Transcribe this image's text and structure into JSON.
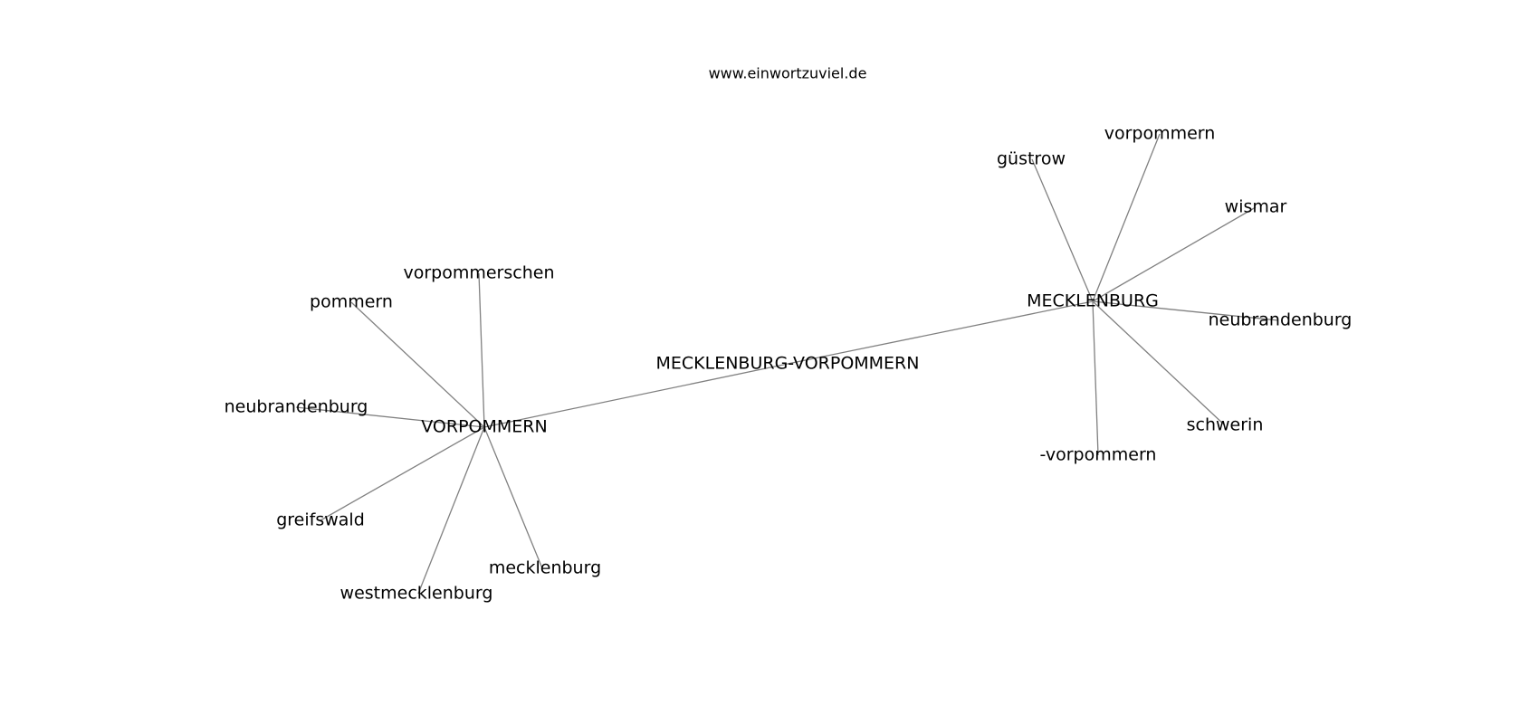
{
  "caption": "www.einwortzuviel.de",
  "graph": {
    "nodes": [
      {
        "id": "center",
        "label": "MECKLENBURG-VORPOMMERN"
      },
      {
        "id": "vorpommern_hub",
        "label": "VORPOMMERN"
      },
      {
        "id": "mecklenburg_hub",
        "label": "MECKLENBURG"
      },
      {
        "id": "v_vorpommerschen",
        "label": "vorpommerschen"
      },
      {
        "id": "v_pommern",
        "label": "pommern"
      },
      {
        "id": "v_neubrandenburg",
        "label": "neubrandenburg"
      },
      {
        "id": "v_greifswald",
        "label": "greifswald"
      },
      {
        "id": "v_westmecklenburg",
        "label": "westmecklenburg"
      },
      {
        "id": "v_mecklenburg",
        "label": "mecklenburg"
      },
      {
        "id": "m_guestrow",
        "label": "güstrow"
      },
      {
        "id": "m_vorpommern",
        "label": "vorpommern"
      },
      {
        "id": "m_wismar",
        "label": "wismar"
      },
      {
        "id": "m_neubrandenburg",
        "label": "neubrandenburg"
      },
      {
        "id": "m_schwerin",
        "label": "schwerin"
      },
      {
        "id": "m_dash_vorpommern",
        "label": "-vorpommern"
      }
    ],
    "edges": [
      {
        "source": "vorpommern_hub",
        "target": "center"
      },
      {
        "source": "center",
        "target": "mecklenburg_hub"
      },
      {
        "source": "vorpommern_hub",
        "target": "v_vorpommerschen"
      },
      {
        "source": "vorpommern_hub",
        "target": "v_pommern"
      },
      {
        "source": "vorpommern_hub",
        "target": "v_neubrandenburg"
      },
      {
        "source": "vorpommern_hub",
        "target": "v_greifswald"
      },
      {
        "source": "vorpommern_hub",
        "target": "v_westmecklenburg"
      },
      {
        "source": "vorpommern_hub",
        "target": "v_mecklenburg"
      },
      {
        "source": "mecklenburg_hub",
        "target": "m_guestrow"
      },
      {
        "source": "mecklenburg_hub",
        "target": "m_vorpommern"
      },
      {
        "source": "mecklenburg_hub",
        "target": "m_wismar"
      },
      {
        "source": "mecklenburg_hub",
        "target": "m_neubrandenburg"
      },
      {
        "source": "mecklenburg_hub",
        "target": "m_schwerin"
      },
      {
        "source": "mecklenburg_hub",
        "target": "m_dash_vorpommern"
      }
    ]
  }
}
